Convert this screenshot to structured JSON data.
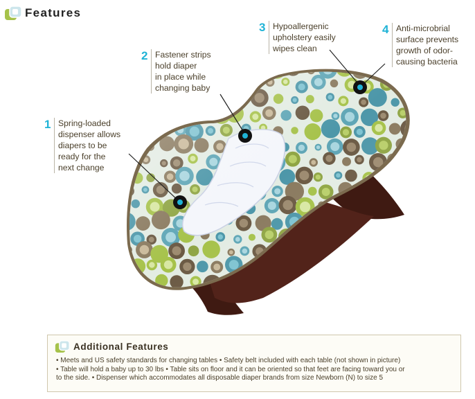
{
  "header": {
    "title": "Features",
    "icon": "logo-icon"
  },
  "colors": {
    "accent": "#1fb3d6",
    "brand_green": "#a6c24a",
    "wood": "#3f1a12",
    "rule": "#b9b4a6"
  },
  "callouts": [
    {
      "number": "1",
      "lines": [
        "Spring-loaded",
        "dispenser allows",
        "diapers to be",
        "ready for the",
        "next change"
      ]
    },
    {
      "number": "2",
      "lines": [
        "Fastener strips",
        "hold diaper",
        "in place while",
        "changing baby"
      ]
    },
    {
      "number": "3",
      "lines": [
        "Hypoallergenic",
        "upholstery easily",
        "wipes clean"
      ]
    },
    {
      "number": "4",
      "lines": [
        "Anti-microbrial",
        "surface prevents",
        "growth of odor-",
        "causing bacteria"
      ]
    }
  ],
  "additional": {
    "title": "Additional Features",
    "icon": "logo-icon",
    "lines": [
      "• Meets and US safety standards for changing tables • Safety belt included with each table (not shown in picture)",
      "• Table will hold a baby up to 30 lbs • Table sits on floor and it can be oriented so that feet are facing toward you or",
      "to the side. • Dispenser which accommodates all disposable diaper brands from size Newborn (N) to size 5"
    ]
  }
}
